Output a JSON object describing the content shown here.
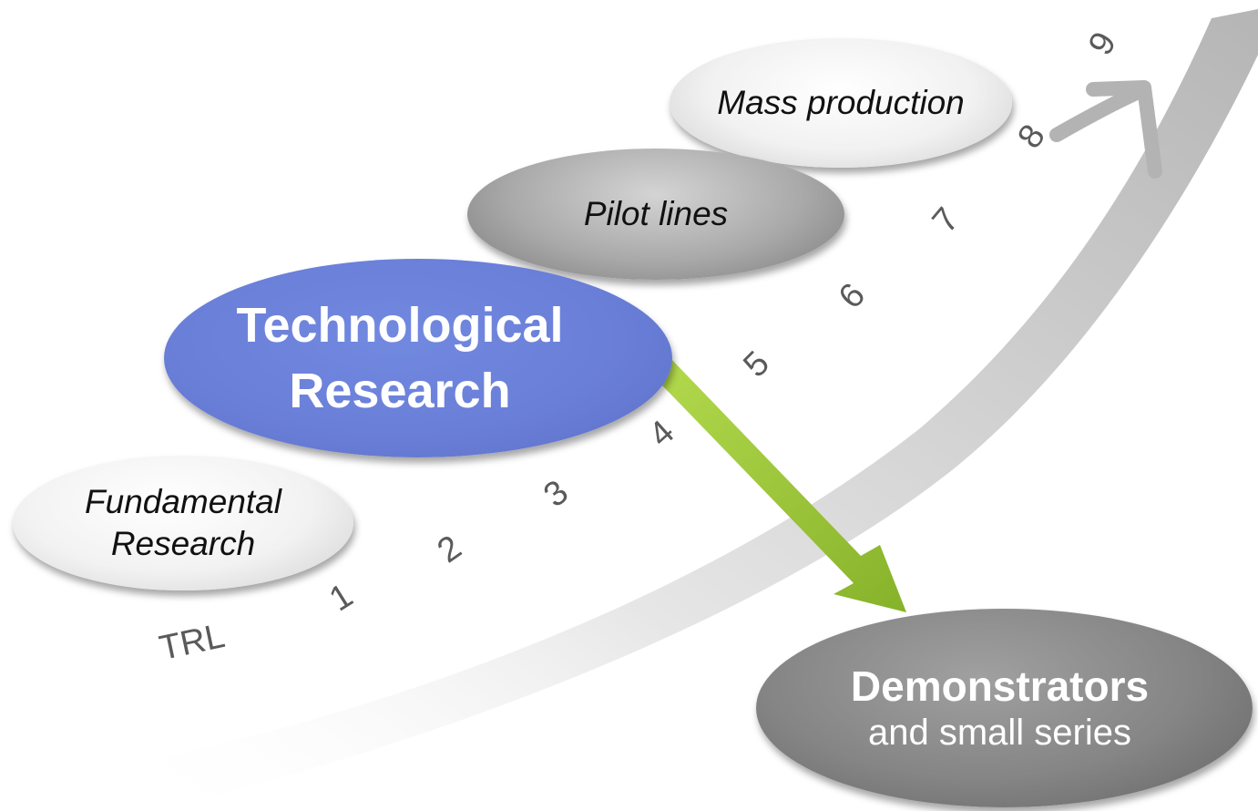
{
  "stages": {
    "fundamental": [
      "Fundamental",
      "Research"
    ],
    "technological": [
      "Technological",
      "Research"
    ],
    "pilot": "Pilot lines",
    "mass": "Mass production",
    "demonstrators": {
      "title": "Demonstrators",
      "subtitle": "and small series"
    }
  },
  "trl": {
    "label": "TRL",
    "levels": [
      "1",
      "2",
      "3",
      "4",
      "5",
      "6",
      "7",
      "8",
      "9"
    ]
  },
  "colors": {
    "technological": "#6a7fd8",
    "pilot": "#a9a9a9",
    "demonstrators": "#858585",
    "arrow_green": "#9ac43a",
    "curve_gray": "#c8c8c8"
  }
}
